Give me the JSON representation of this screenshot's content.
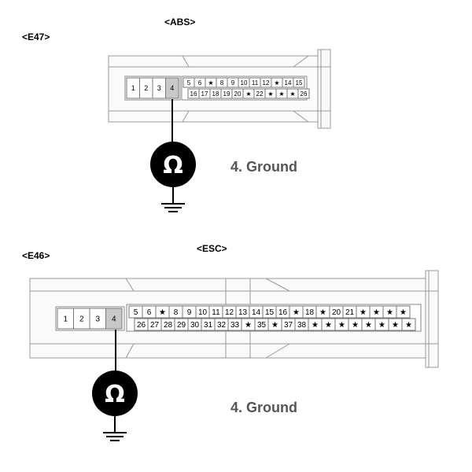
{
  "top": {
    "connector_id": "<E47>",
    "module_name": "<ABS>",
    "left_pins": [
      "1",
      "2",
      "3",
      "4"
    ],
    "highlighted_pin": "4",
    "row1": [
      "5",
      "6",
      "★",
      "8",
      "9",
      "10",
      "11",
      "12",
      "★",
      "14",
      "15"
    ],
    "row2": [
      "16",
      "17",
      "18",
      "19",
      "20",
      "★",
      "22",
      "★",
      "★",
      "★",
      "26"
    ],
    "ohm_symbol": "Ω",
    "ground_label": "4. Ground"
  },
  "bottom": {
    "connector_id": "<E46>",
    "module_name": "<ESC>",
    "left_pins": [
      "1",
      "2",
      "3",
      "4"
    ],
    "highlighted_pin": "4",
    "row1": [
      "5",
      "6",
      "★",
      "8",
      "9",
      "10",
      "11",
      "12",
      "13",
      "14",
      "15",
      "16",
      "★",
      "18",
      "★",
      "20",
      "21",
      "★",
      "★",
      "★",
      "★"
    ],
    "row2": [
      "26",
      "27",
      "28",
      "29",
      "30",
      "31",
      "32",
      "33",
      "★",
      "35",
      "★",
      "37",
      "38",
      "★",
      "★",
      "★",
      "★",
      "★",
      "★",
      "★",
      "★"
    ],
    "ohm_symbol": "Ω",
    "ground_label": "4. Ground"
  }
}
